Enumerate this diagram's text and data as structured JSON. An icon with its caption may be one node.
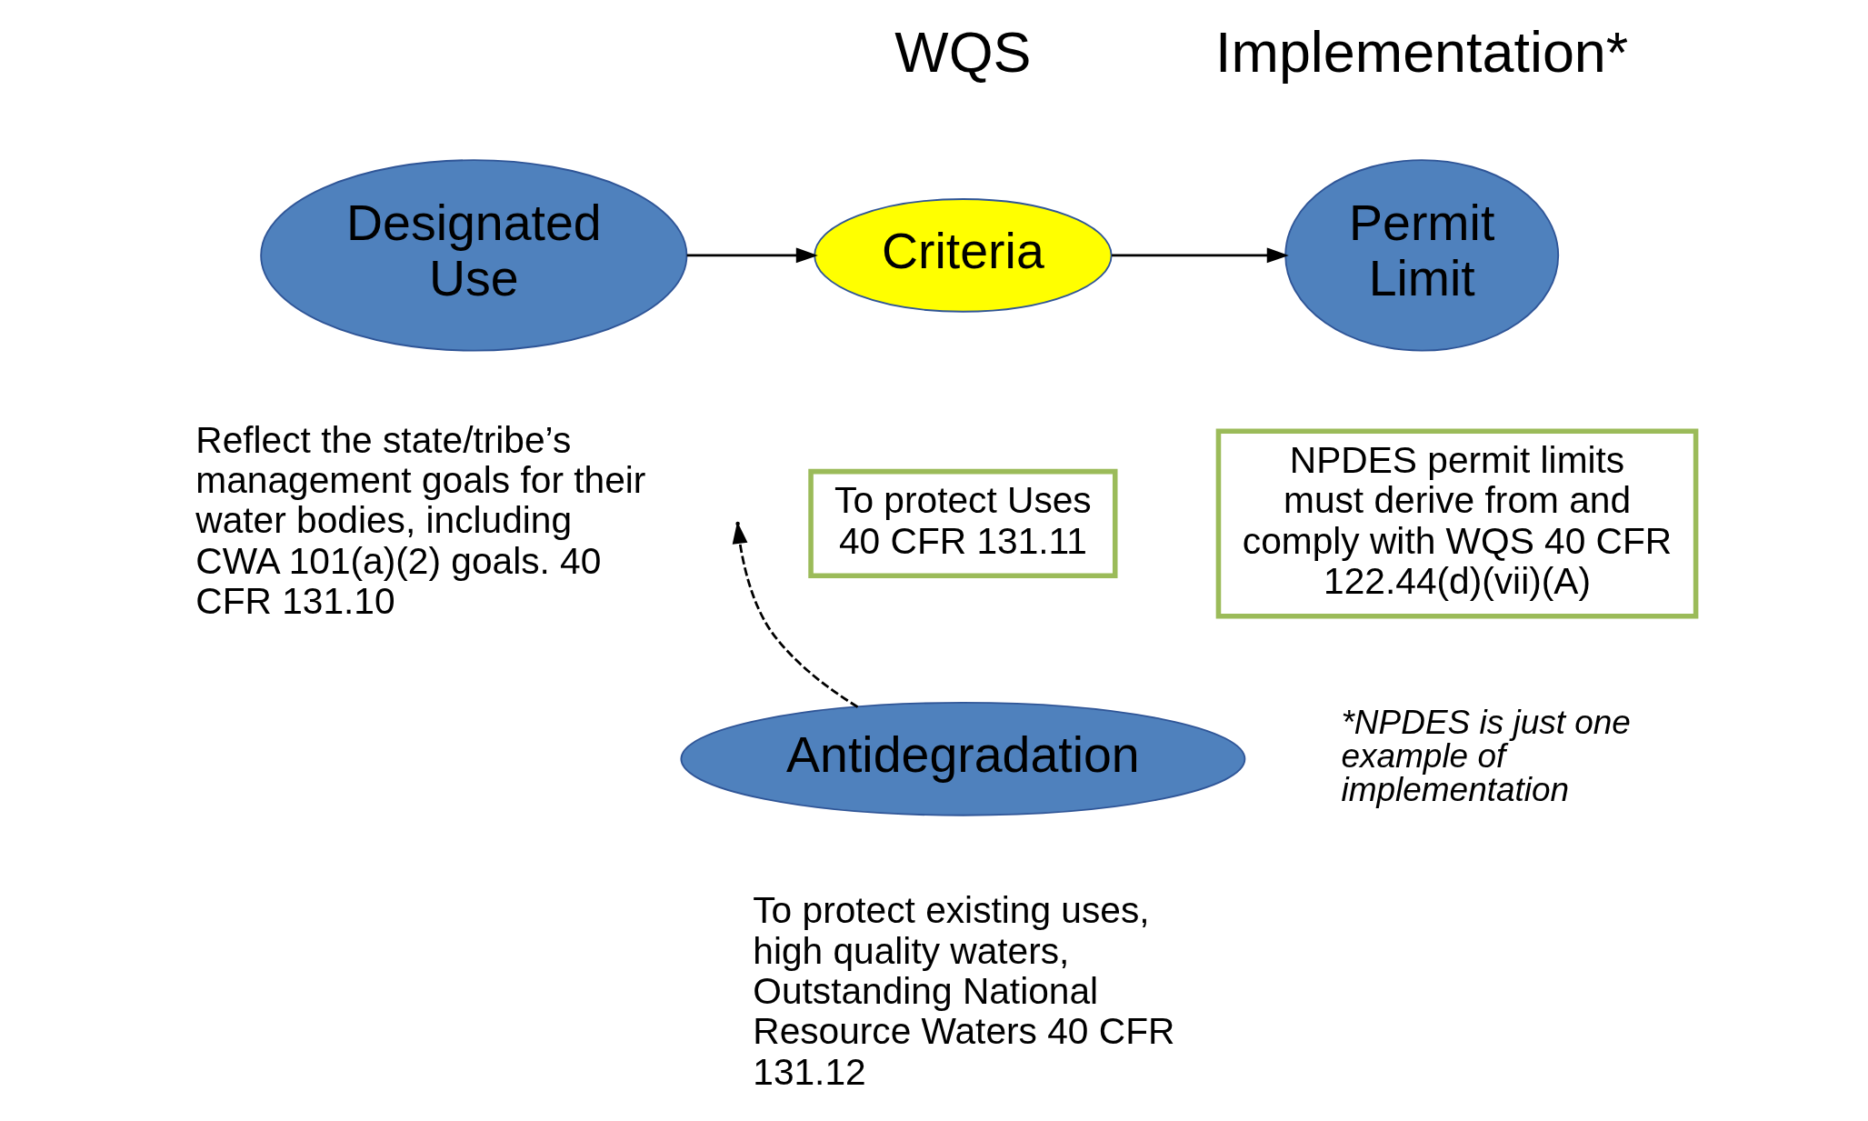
{
  "diagram": {
    "nodes": [
      {
        "text": [
          "Designated Use"
        ],
        "beside": [
          "Reflect the state/tribe’s management goals for their water bodies, including CWA 101(a)(2) goals. 40 CFR 131.10"
        ]
      },
      {
        "text": [
          "Criteria"
        ]
      },
      {
        "text": [
          "Permit Limit"
        ]
      },
      {
        "text": [
          "To protect Uses 40 CFR 131.11"
        ]
      },
      {
        "text": [
          "NPDES permit limits must derive from and comply with WQS 40 CFR 122.44(d)(vii)(A)"
        ]
      },
      {
        "text": [
          "Antidegradation"
        ],
        "beside": [
          "To protect existing uses, high quality waters, Outstanding National Resource Waters 40 CFR 131.12"
        ]
      }
    ],
    "edges": [
      {
        "from": 0,
        "to": 1,
        "arrow": "to"
      },
      {
        "from": 1,
        "to": 2,
        "arrow": "to"
      },
      {
        "from": 5,
        "to": null,
        "arrow": "to",
        "style": "dashed"
      }
    ],
    "labels": [
      "WQS",
      "Implementation*",
      "*NPDES is just one example of implementation"
    ]
  }
}
